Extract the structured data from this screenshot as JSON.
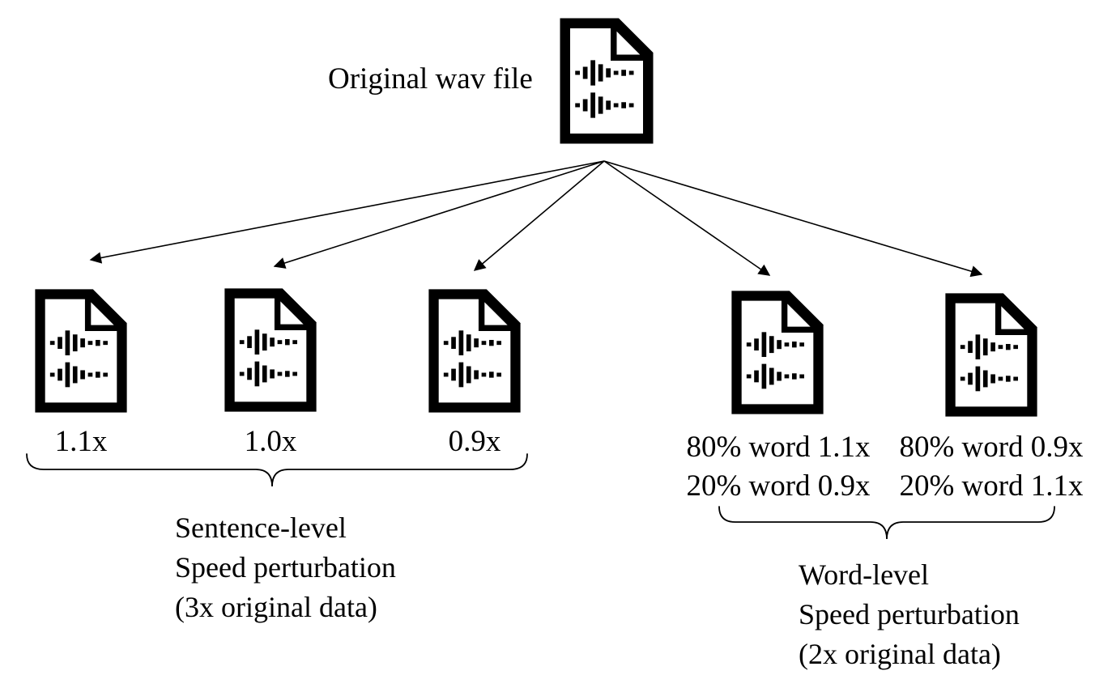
{
  "diagram": {
    "background": "#ffffff",
    "ink": "#000000"
  },
  "root": {
    "icon": "audio-file-icon",
    "label": "Original wav file"
  },
  "children": [
    {
      "icon": "audio-file-icon",
      "lines": [
        "1.1x"
      ]
    },
    {
      "icon": "audio-file-icon",
      "lines": [
        "1.0x"
      ]
    },
    {
      "icon": "audio-file-icon",
      "lines": [
        "0.9x"
      ]
    },
    {
      "icon": "audio-file-icon",
      "lines": [
        "80% word 1.1x",
        "20% word 0.9x"
      ]
    },
    {
      "icon": "audio-file-icon",
      "lines": [
        "80% word 0.9x",
        "20% word 1.1x"
      ]
    }
  ],
  "groups": [
    {
      "lines": [
        "Sentence-level",
        "Speed perturbation",
        "(3x original data)"
      ]
    },
    {
      "lines": [
        "Word-level",
        "Speed perturbation",
        "(2x original data)"
      ]
    }
  ]
}
